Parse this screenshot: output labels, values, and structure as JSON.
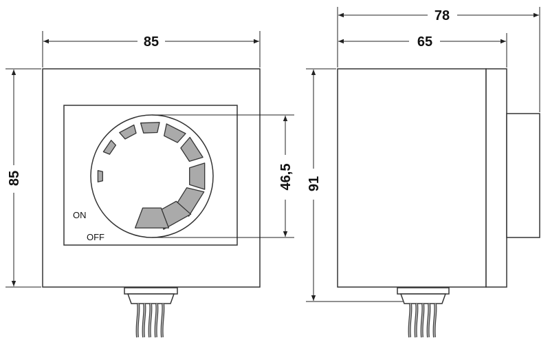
{
  "front_view": {
    "width_label": "85",
    "height_label": "85",
    "dial_diameter_label": "46,5",
    "on_label": "ON",
    "off_label": "OFF",
    "segment_count": 10
  },
  "side_view": {
    "total_depth_label": "78",
    "body_depth_label": "65",
    "height_label": "91"
  }
}
